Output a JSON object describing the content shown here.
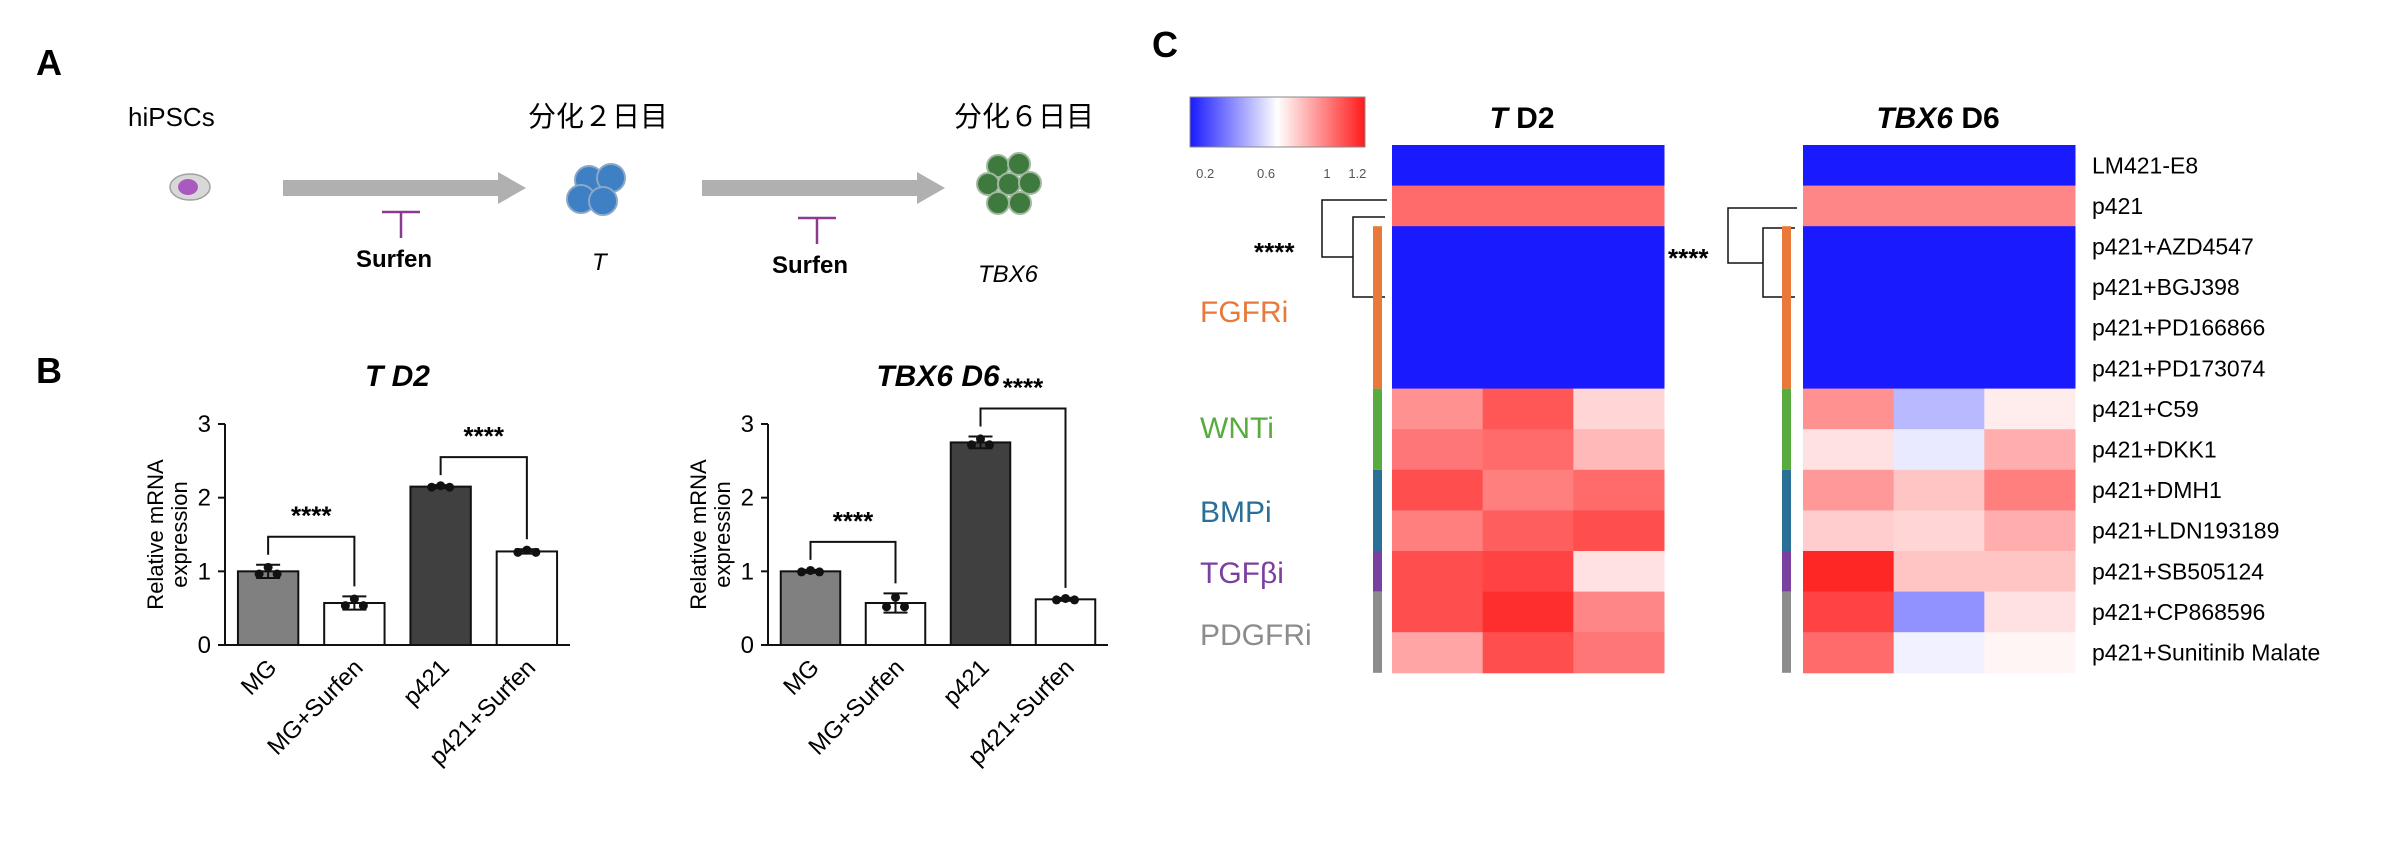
{
  "panel_a": {
    "letter": "A",
    "cells_label": "hiPSCs",
    "day2_label": "分化２日目",
    "day6_label": "分化６日目",
    "inhibitor_1": "Surfen",
    "inhibitor_2": "Surfen",
    "marker_1": "T",
    "marker_2": "TBX6",
    "colors": {
      "arrow": "#b0b0b0",
      "inhibitor": "#8a3b8f",
      "cell_purple": "#a85ac0",
      "cell_blue": "#3f7fc4",
      "cell_green": "#3e7a3e"
    }
  },
  "panel_b": {
    "letter": "B",
    "significance": "****"
  },
  "panel_c": {
    "letter": "C",
    "colorbar_ticks": [
      "0.2",
      "0.6",
      "1",
      "1.2"
    ],
    "significance": "****",
    "group_labels": [
      {
        "text": "FGFRi",
        "color": "#e8793a"
      },
      {
        "text": "WNTi",
        "color": "#5aab3f"
      },
      {
        "text": "BMPi",
        "color": "#2a6f96"
      },
      {
        "text": "TGFβi",
        "color": "#7b3fa0"
      },
      {
        "text": "PDGFRi",
        "color": "#8c8c8c"
      }
    ]
  },
  "chart_data": [
    {
      "type": "bar",
      "title": "T D2",
      "ylabel": "Relative mRNA expression",
      "categories": [
        "MG",
        "MG+Surfen",
        "p421",
        "p421+Surfen"
      ],
      "values": [
        1.0,
        0.57,
        2.15,
        1.27
      ],
      "errors": [
        0.09,
        0.09,
        0.02,
        0.03
      ],
      "ylim": [
        0,
        3
      ],
      "yticks": [
        "0",
        "1",
        "2",
        "3"
      ],
      "bar_colors": [
        "#808080",
        "#ffffff",
        "#404040",
        "#ffffff"
      ],
      "significance": [
        {
          "from": 0,
          "to": 1,
          "label": "****"
        },
        {
          "from": 2,
          "to": 3,
          "label": "****"
        }
      ]
    },
    {
      "type": "bar",
      "title": "TBX6 D6",
      "ylabel": "Relative mRNA expression",
      "categories": [
        "MG",
        "MG+Surfen",
        "p421",
        "p421+Surfen"
      ],
      "values": [
        1.0,
        0.57,
        2.75,
        0.62
      ],
      "errors": [
        0.02,
        0.13,
        0.08,
        0.02
      ],
      "ylim": [
        0,
        3
      ],
      "yticks": [
        "0",
        "1",
        "2",
        "3"
      ],
      "bar_colors": [
        "#808080",
        "#ffffff",
        "#404040",
        "#ffffff"
      ],
      "significance": [
        {
          "from": 0,
          "to": 1,
          "label": "****"
        },
        {
          "from": 2,
          "to": 3,
          "label": "****"
        }
      ]
    },
    {
      "type": "heatmap",
      "title": "T D2",
      "rows": [
        "LM421-E8",
        "p421",
        "p421+AZD4547",
        "p421+BGJ398",
        "p421+PD166866",
        "p421+PD173074",
        "p421+C59",
        "p421+DKK1",
        "p421+DMH1",
        "p421+LDN193189",
        "p421+SB505124",
        "p421+CP868596",
        "p421+Sunitinib Malate"
      ],
      "columns": 3,
      "values": [
        [
          0.05,
          0.05,
          0.05
        ],
        [
          1.05,
          1.05,
          1.05
        ],
        [
          0.05,
          0.05,
          0.05
        ],
        [
          0.05,
          0.05,
          0.05
        ],
        [
          0.05,
          0.05,
          0.05
        ],
        [
          0.05,
          0.05,
          0.05
        ],
        [
          0.95,
          1.1,
          0.78
        ],
        [
          1.02,
          1.05,
          0.85
        ],
        [
          1.12,
          1.0,
          1.05
        ],
        [
          1.0,
          1.08,
          1.12
        ],
        [
          1.12,
          1.15,
          0.75
        ],
        [
          1.12,
          1.2,
          0.98
        ],
        [
          0.9,
          1.12,
          1.02
        ]
      ],
      "colorbar": {
        "min": 0.1,
        "max": 1.25,
        "ticks": [
          0.2,
          0.6,
          1,
          1.2
        ]
      }
    },
    {
      "type": "heatmap",
      "title": "TBX6 D6",
      "rows": [
        "LM421-E8",
        "p421",
        "p421+AZD4547",
        "p421+BGJ398",
        "p421+PD166866",
        "p421+PD173074",
        "p421+C59",
        "p421+DKK1",
        "p421+DMH1",
        "p421+LDN193189",
        "p421+SB505124",
        "p421+CP868596",
        "p421+Sunitinib Malate"
      ],
      "columns": 3,
      "values": [
        [
          0.05,
          0.05,
          0.1
        ],
        [
          0.98,
          0.98,
          0.98
        ],
        [
          0.05,
          0.05,
          0.05
        ],
        [
          0.05,
          0.05,
          0.05
        ],
        [
          0.05,
          0.05,
          0.05
        ],
        [
          0.05,
          0.05,
          0.05
        ],
        [
          0.95,
          0.5,
          0.72
        ],
        [
          0.75,
          0.62,
          0.88
        ],
        [
          0.93,
          0.82,
          1.0
        ],
        [
          0.8,
          0.78,
          0.88
        ],
        [
          1.22,
          0.82,
          0.82
        ],
        [
          1.15,
          0.4,
          0.75
        ],
        [
          1.05,
          0.64,
          0.7
        ]
      ],
      "colorbar": {
        "min": 0.1,
        "max": 1.25,
        "ticks": [
          0.2,
          0.6,
          1,
          1.2
        ]
      }
    }
  ]
}
